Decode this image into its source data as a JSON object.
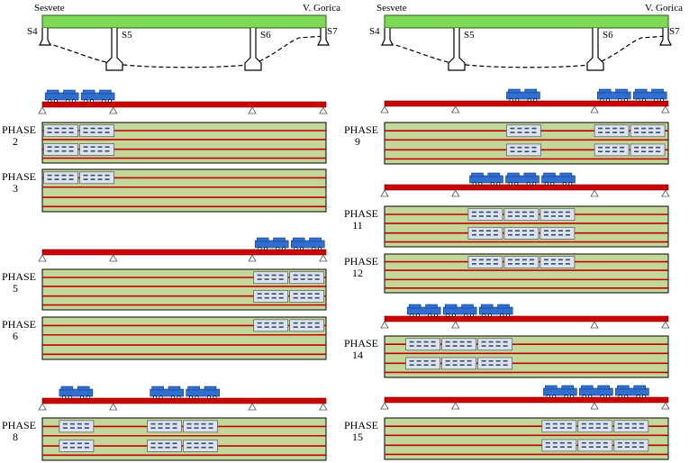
{
  "elevation": {
    "left_end": "Sesvete",
    "right_end": "V. Gorica",
    "supports": [
      "S4",
      "S5",
      "S6",
      "S7"
    ]
  },
  "phase_word": "PHASE",
  "phases": [
    {
      "number": "2",
      "track_1_loaded": true,
      "track_2_loaded": true,
      "track_3_loaded": false
    },
    {
      "number": "3",
      "track_1_loaded": true,
      "track_2_loaded": false,
      "track_3_loaded": false
    },
    {
      "number": "5",
      "track_1_loaded": true,
      "track_2_loaded": true,
      "track_3_loaded": false
    },
    {
      "number": "6",
      "track_1_loaded": true,
      "track_2_loaded": false,
      "track_3_loaded": false
    },
    {
      "number": "8",
      "track_1_loaded": true,
      "track_2_loaded": true,
      "track_3_loaded": false
    },
    {
      "number": "9",
      "track_1_loaded": true,
      "track_2_loaded": true,
      "track_3_loaded": false
    },
    {
      "number": "11",
      "track_1_loaded": true,
      "track_2_loaded": true,
      "track_3_loaded": false
    },
    {
      "number": "12",
      "track_1_loaded": true,
      "track_2_loaded": false,
      "track_3_loaded": false
    },
    {
      "number": "14",
      "track_1_loaded": true,
      "track_2_loaded": true,
      "track_3_loaded": false
    },
    {
      "number": "15",
      "track_1_loaded": true,
      "track_2_loaded": true,
      "track_3_loaded": false
    }
  ],
  "colors": {
    "deck_green": "#7ed957",
    "slab_green": "#c4d79b",
    "rail_red": "#c00000",
    "beam_red": "#cc0000",
    "locomotive_blue": "#2f6fd1",
    "wagon_fill": "#dbe3ee"
  }
}
